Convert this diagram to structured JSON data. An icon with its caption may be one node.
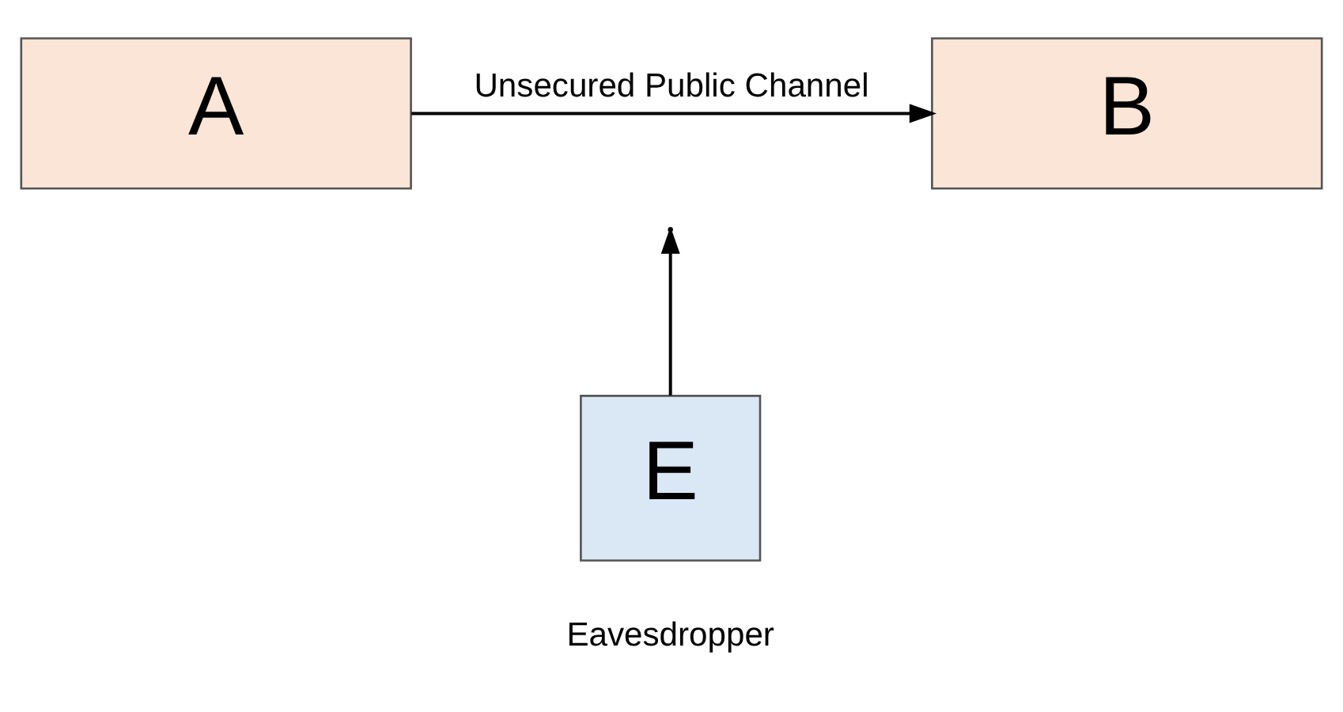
{
  "diagram": {
    "nodes": [
      {
        "text": [
          "A"
        ]
      },
      {
        "text": [
          "B"
        ]
      },
      {
        "text": [
          "E"
        ],
        "beside": [
          "Eavesdropper"
        ]
      }
    ],
    "edges": [
      {
        "from": 0,
        "to": 1,
        "arrow": "to",
        "label": "Unsecured Public Channel"
      },
      {
        "from": 2,
        "to": null,
        "arrow": "to"
      }
    ]
  }
}
